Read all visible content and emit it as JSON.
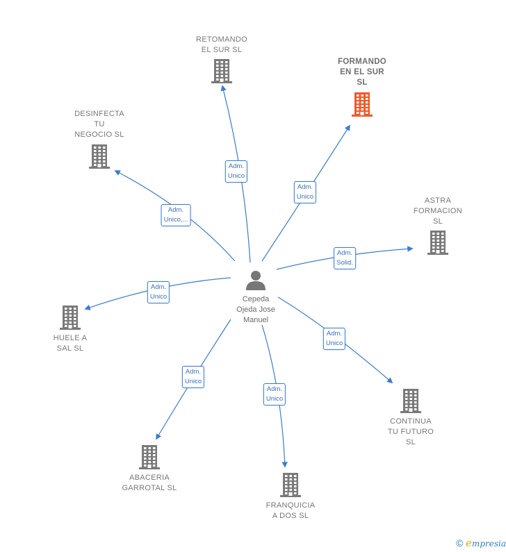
{
  "center": {
    "name_lines": [
      "Cepeda",
      "Ojeda Jose",
      "Manuel"
    ],
    "icon": "person-icon",
    "color": "#777777"
  },
  "companies": [
    {
      "id": "retomando",
      "lines": [
        "RETOMANDO",
        "EL SUR  SL"
      ],
      "highlight": false
    },
    {
      "id": "formando",
      "lines": [
        "FORMANDO",
        "EN EL SUR",
        "SL"
      ],
      "highlight": true
    },
    {
      "id": "desinfecta",
      "lines": [
        "DESINFECTA",
        "TU",
        "NEGOCIO  SL"
      ],
      "highlight": false
    },
    {
      "id": "astra",
      "lines": [
        "ASTRA",
        "FORMACION",
        "SL"
      ],
      "highlight": false
    },
    {
      "id": "huele",
      "lines": [
        "HUELE A",
        "SAL  SL"
      ],
      "highlight": false
    },
    {
      "id": "continua",
      "lines": [
        "CONTINUA",
        "TU FUTURO",
        "SL"
      ],
      "highlight": false
    },
    {
      "id": "abaceria",
      "lines": [
        "ABACERIA",
        "GARROTAL  SL"
      ],
      "highlight": false
    },
    {
      "id": "franquicia",
      "lines": [
        "FRANQUICIA",
        "A DOS SL"
      ],
      "highlight": false
    }
  ],
  "edges": [
    {
      "target": "retomando",
      "lines": [
        "Adm.",
        "Unico"
      ]
    },
    {
      "target": "formando",
      "lines": [
        "Adm.",
        "Unico"
      ]
    },
    {
      "target": "desinfecta",
      "lines": [
        "Adm.",
        "Unico,..."
      ]
    },
    {
      "target": "astra",
      "lines": [
        "Adm.",
        "Solid."
      ]
    },
    {
      "target": "huele",
      "lines": [
        "Adm.",
        "Unico"
      ]
    },
    {
      "target": "continua",
      "lines": [
        "Adm.",
        "Unico"
      ]
    },
    {
      "target": "abaceria",
      "lines": [
        "Adm.",
        "Unico"
      ]
    },
    {
      "target": "franquicia",
      "lines": [
        "Adm.",
        "Unico"
      ]
    }
  ],
  "colors": {
    "edge": "#3a7bd5",
    "building": "#7a7a7a",
    "building_highlight": "#f05a28"
  },
  "footer": {
    "copyright": "©",
    "brand_initial": "e",
    "brand_rest": "mpresia"
  }
}
